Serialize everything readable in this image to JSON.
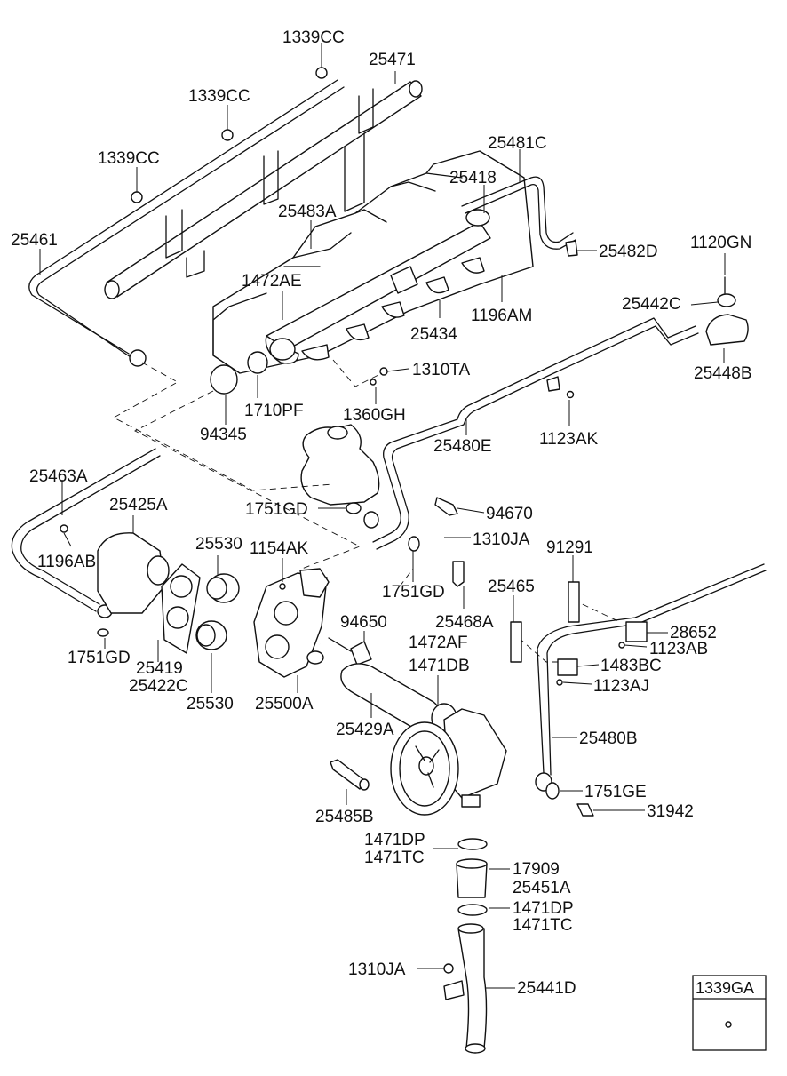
{
  "labels": [
    {
      "id": "l1",
      "text": "1339CC"
    },
    {
      "id": "l2",
      "text": "25471"
    },
    {
      "id": "l3",
      "text": "1339CC"
    },
    {
      "id": "l4",
      "text": "1339CC"
    },
    {
      "id": "l5",
      "text": "25481C"
    },
    {
      "id": "l6",
      "text": "25418"
    },
    {
      "id": "l7",
      "text": "25483A"
    },
    {
      "id": "l8",
      "text": "25461"
    },
    {
      "id": "l9",
      "text": "25482D"
    },
    {
      "id": "l10",
      "text": "1120GN"
    },
    {
      "id": "l11",
      "text": "1472AE"
    },
    {
      "id": "l12",
      "text": "1196AM"
    },
    {
      "id": "l13",
      "text": "25442C"
    },
    {
      "id": "l14",
      "text": "25434"
    },
    {
      "id": "l15",
      "text": "25448B"
    },
    {
      "id": "l16",
      "text": "1310TA"
    },
    {
      "id": "l17",
      "text": "1710PF"
    },
    {
      "id": "l18",
      "text": "1360GH"
    },
    {
      "id": "l19",
      "text": "94345"
    },
    {
      "id": "l20",
      "text": "25480E"
    },
    {
      "id": "l21",
      "text": "1123AK"
    },
    {
      "id": "l22",
      "text": "25463A"
    },
    {
      "id": "l23",
      "text": "25425A"
    },
    {
      "id": "l24",
      "text": "1751GD"
    },
    {
      "id": "l25",
      "text": "94670"
    },
    {
      "id": "l26",
      "text": "1310JA"
    },
    {
      "id": "l27",
      "text": "25530"
    },
    {
      "id": "l28",
      "text": "1154AK"
    },
    {
      "id": "l29",
      "text": "91291"
    },
    {
      "id": "l30",
      "text": "1196AB"
    },
    {
      "id": "l31",
      "text": "1751GD"
    },
    {
      "id": "l32",
      "text": "25465"
    },
    {
      "id": "l33",
      "text": "25468A"
    },
    {
      "id": "l34",
      "text": "28652"
    },
    {
      "id": "l35",
      "text": "94650"
    },
    {
      "id": "l36",
      "text": "1123AB"
    },
    {
      "id": "l37",
      "text": "1751GD"
    },
    {
      "id": "l38",
      "text": "1472AF"
    },
    {
      "id": "l39",
      "text": "1471DB"
    },
    {
      "id": "l40",
      "text": "1483BC"
    },
    {
      "id": "l41",
      "text": "25419"
    },
    {
      "id": "l42",
      "text": "25422C"
    },
    {
      "id": "l43",
      "text": "1123AJ"
    },
    {
      "id": "l44",
      "text": "25530"
    },
    {
      "id": "l45",
      "text": "25500A"
    },
    {
      "id": "l46",
      "text": "25429A"
    },
    {
      "id": "l47",
      "text": "25480B"
    },
    {
      "id": "l48",
      "text": "1751GE"
    },
    {
      "id": "l49",
      "text": "31942"
    },
    {
      "id": "l50",
      "text": "25485B"
    },
    {
      "id": "l51",
      "text": "1471DP"
    },
    {
      "id": "l52",
      "text": "1471TC"
    },
    {
      "id": "l53",
      "text": "17909"
    },
    {
      "id": "l54",
      "text": "25451A"
    },
    {
      "id": "l55",
      "text": "1471DP"
    },
    {
      "id": "l56",
      "text": "1471TC"
    },
    {
      "id": "l57",
      "text": "1310JA"
    },
    {
      "id": "l58",
      "text": "25441D"
    }
  ],
  "legend_box": {
    "label": "1339GA"
  }
}
